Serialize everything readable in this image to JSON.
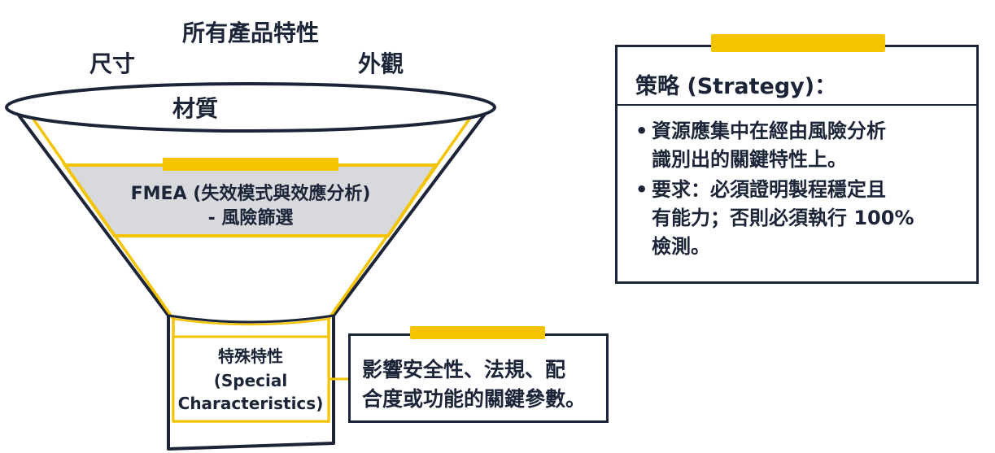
{
  "funnel": {
    "top_label": "所有產品特性",
    "left_label": "尺寸",
    "right_label": "外觀",
    "center_label": "材質",
    "fmea_line1": "FMEA (失效模式與效應分析)",
    "fmea_line2": "- 風險篩選",
    "special_line1": "特殊特性",
    "special_line2": "(Special",
    "special_line3": "Characteristics)"
  },
  "strategy": {
    "title": "策略 (Strategy)：",
    "items": [
      {
        "bullet": "•",
        "lines": [
          "資源應集中在經由風險分析",
          "識別出的關鍵特性上。"
        ]
      },
      {
        "bullet": "•",
        "lines": [
          "要求：必須證明製程穩定且",
          "有能力；否則必須執行 100%",
          "檢測。"
        ]
      }
    ]
  },
  "impact": {
    "lines": [
      "影響安全性、法規、配",
      "合度或功能的關鍵參數。"
    ]
  },
  "colors": {
    "navy": "#1c2438",
    "yellow": "#f4c400",
    "gray_band": "#d8d9dc"
  }
}
